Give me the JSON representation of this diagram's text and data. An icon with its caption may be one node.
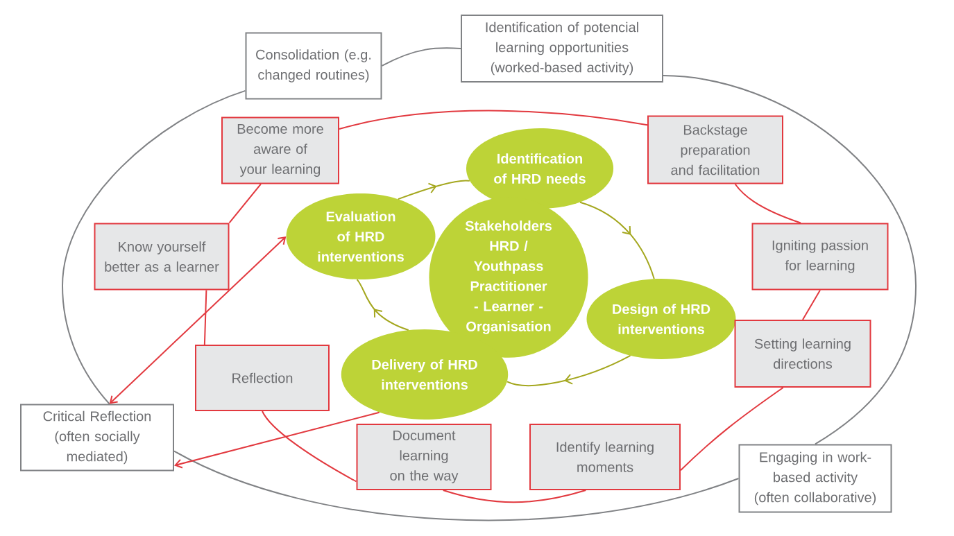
{
  "diagram": {
    "nodes": [
      {
        "text": [
          "Consolidation (e.g. changed routines)"
        ]
      },
      {
        "text": [
          "Identification of potencial learning opportunities (worked-based activity)"
        ]
      },
      {
        "text": [
          "Become more aware of your learning"
        ]
      },
      {
        "text": [
          "Backstage preparation and facilitation"
        ]
      },
      {
        "text": [
          "Identification of HRD needs"
        ]
      },
      {
        "text": [
          "Evaluation of HRD interventions"
        ]
      },
      {
        "text": [
          "Know yourself better as a learner"
        ]
      },
      {
        "text": [
          "Igniting passion for learning"
        ]
      },
      {
        "text": [
          "Stakeholders HRD / Youthpass Practitioner - Learner - Organisation"
        ]
      },
      {
        "text": [
          "Design of HRD interventions"
        ]
      },
      {
        "text": [
          "Reflection"
        ]
      },
      {
        "text": [
          "Setting learning directions"
        ]
      },
      {
        "text": [
          "Delivery of HRD interventions"
        ]
      },
      {
        "text": [
          "Critical Reflection (often socially mediated)"
        ]
      },
      {
        "text": [
          "Document learning on the way"
        ]
      },
      {
        "text": [
          "Identify learning moments"
        ]
      },
      {
        "text": [
          "Engaging in work-based activity (often collaborative)"
        ]
      }
    ],
    "edges": [
      {
        "from": 0,
        "to": 1,
        "arrow": "none",
        "color": "#808285"
      },
      {
        "from": 1,
        "to": 16,
        "arrow": "none",
        "color": "#808285"
      },
      {
        "from": 16,
        "to": 13,
        "arrow": "none",
        "color": "#808285"
      },
      {
        "from": 13,
        "to": 0,
        "arrow": "none",
        "color": "#808285"
      },
      {
        "from": 2,
        "to": 3,
        "arrow": "none"
      },
      {
        "from": 3,
        "to": 7,
        "arrow": "none"
      },
      {
        "from": 7,
        "to": 11,
        "arrow": "none"
      },
      {
        "from": 11,
        "to": 15,
        "arrow": "none"
      },
      {
        "from": 15,
        "to": 14,
        "arrow": "none"
      },
      {
        "from": 14,
        "to": 10,
        "arrow": "none"
      },
      {
        "from": 10,
        "to": 6,
        "arrow": "none"
      },
      {
        "from": 6,
        "to": 2,
        "arrow": "none"
      },
      {
        "from": 4,
        "to": 9,
        "arrow": "to",
        "color": "#a4a71e"
      },
      {
        "from": 9,
        "to": 12,
        "arrow": "to",
        "color": "#a4a71e"
      },
      {
        "from": 12,
        "to": 5,
        "arrow": "to",
        "color": "#a4a71e"
      },
      {
        "from": 5,
        "to": 4,
        "arrow": "to",
        "color": "#a4a71e"
      },
      {
        "from": 5,
        "to": 13,
        "arrow": "both"
      },
      {
        "from": 12,
        "to": 13,
        "arrow": "to"
      }
    ]
  }
}
